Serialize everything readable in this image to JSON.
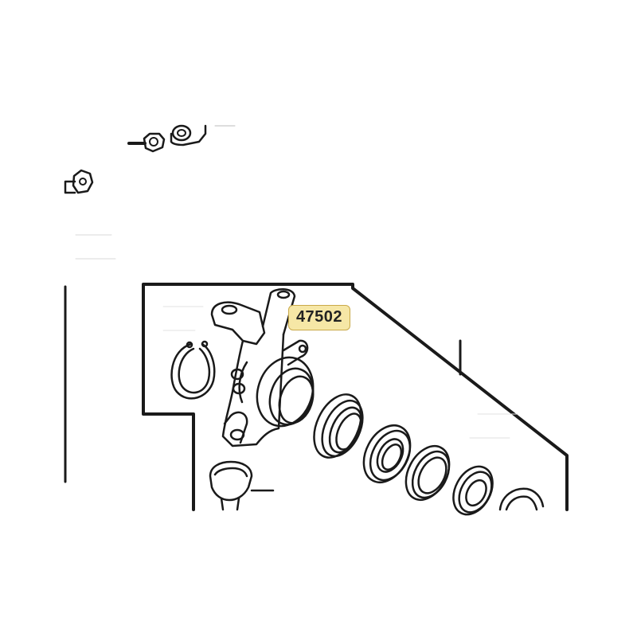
{
  "diagram": {
    "callout": {
      "part_number": "47502",
      "highlight_fill": "#f6e7a6",
      "highlight_border": "#c9a949"
    },
    "parts": [
      "snap-ring",
      "steering-knuckle",
      "oil-seal",
      "wheel-bearing",
      "seal-ring",
      "wheel-bearing-outer",
      "seal-outer",
      "ball-joint",
      "hex-bolt",
      "flange-nut",
      "lock-nut"
    ],
    "line_color": "#1a1a1a"
  }
}
